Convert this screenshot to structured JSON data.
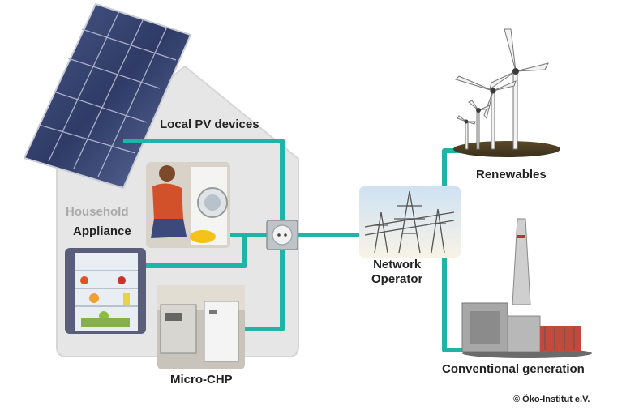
{
  "labels": {
    "local_pv": "Local PV devices",
    "household": "Household",
    "appliance": "Appliance",
    "micro_chp": "Micro-CHP",
    "renewables": "Renewables",
    "network_operator": "Network\nOperator",
    "conventional": "Conventional generation",
    "copyright": "© Öko-Institut e.V."
  },
  "colors": {
    "line": "#1fb5a6",
    "house": "#e6e6e6",
    "house_border": "#d0d0d0",
    "label_dark": "#222222",
    "label_gray": "#a9a9a9"
  },
  "icons": [
    "solar-panel-icon",
    "washing-machine-photo",
    "fridge-photo",
    "micro-chp-photo",
    "socket-icon",
    "power-pylon-photo",
    "wind-turbine-icon",
    "power-plant-icon"
  ]
}
